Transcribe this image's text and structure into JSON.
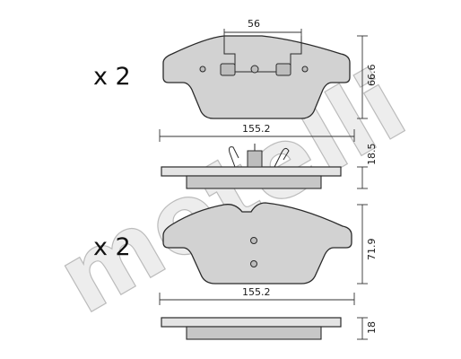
{
  "quantity_top": "x 2",
  "quantity_bottom": "x 2",
  "watermark": "metelli",
  "dims": {
    "top_width": "155.2",
    "top_height": "66.6",
    "wear_indicator_width": "56",
    "top_thickness": "18.5",
    "bottom_width": "155.2",
    "bottom_height": "71.9",
    "bottom_thickness": "18"
  },
  "colors": {
    "pad_fill": "#d2d2d2",
    "outline": "#2a2a2a",
    "background": "#ffffff"
  }
}
